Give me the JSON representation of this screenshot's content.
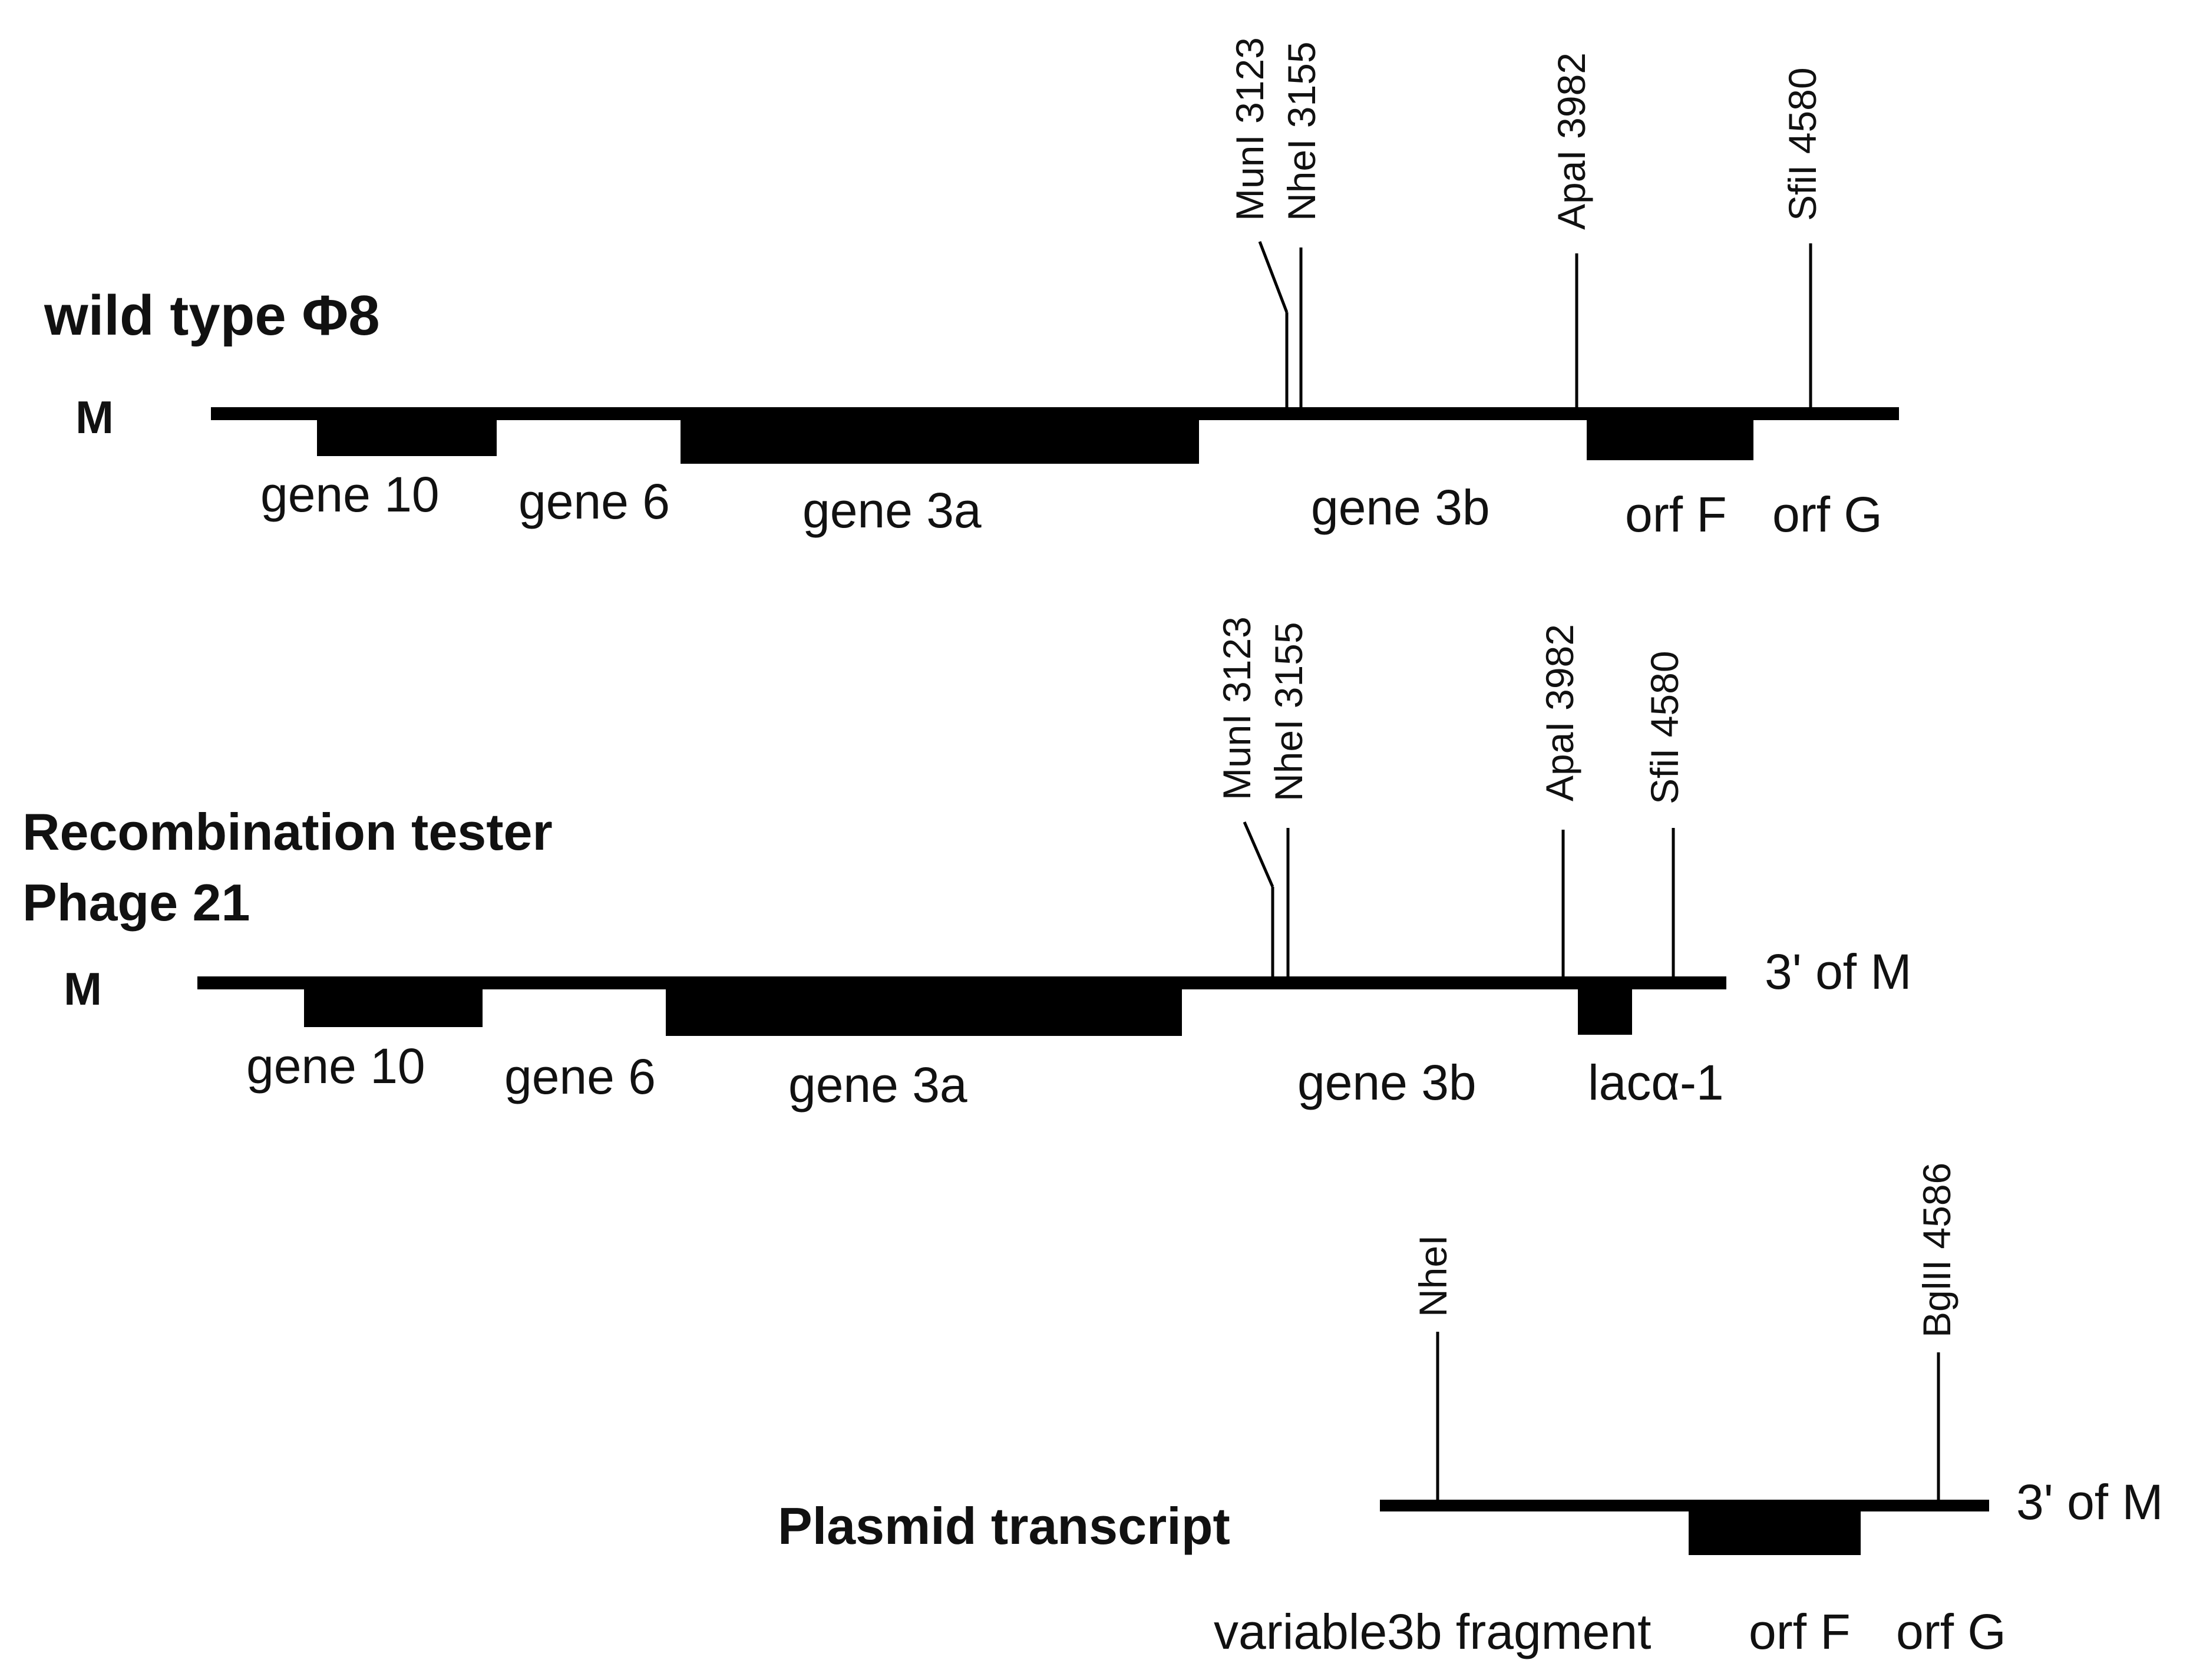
{
  "panels": [
    {
      "id": "wild-type",
      "title_lines": [
        "wild type Φ8"
      ],
      "m_label": "M",
      "end_label": "",
      "sites": [
        {
          "name": "MunI 3123"
        },
        {
          "name": "NheI 3155"
        },
        {
          "name": "ApaI 3982"
        },
        {
          "name": "SfiI 4580"
        }
      ],
      "genes": [
        {
          "label": "gene 10",
          "shaded": true
        },
        {
          "label": "gene 6",
          "shaded": false
        },
        {
          "label": "gene 3a",
          "shaded": true
        },
        {
          "label": "gene 3b",
          "shaded": false
        },
        {
          "label": "orf F",
          "shaded": true
        },
        {
          "label": "orf G",
          "shaded": false
        }
      ]
    },
    {
      "id": "recombination-tester",
      "title_lines": [
        "Recombination tester",
        "Phage 21"
      ],
      "m_label": "M",
      "end_label": "3' of M",
      "sites": [
        {
          "name": "MunI 3123"
        },
        {
          "name": "NheI 3155"
        },
        {
          "name": "ApaI 3982"
        },
        {
          "name": "SfiI 4580"
        }
      ],
      "genes": [
        {
          "label": "gene 10",
          "shaded": true
        },
        {
          "label": "gene 6",
          "shaded": false
        },
        {
          "label": "gene 3a",
          "shaded": true
        },
        {
          "label": "gene 3b",
          "shaded": false
        },
        {
          "label": "lacα-1",
          "shaded": true
        }
      ]
    },
    {
      "id": "plasmid-transcript",
      "title_lines": [
        "Plasmid transcript"
      ],
      "m_label": "",
      "end_label": "3' of M",
      "sites": [
        {
          "name": "NheI"
        },
        {
          "name": "BglII 4586"
        }
      ],
      "genes": [
        {
          "label": "variable3b fragment",
          "shaded": false
        },
        {
          "label": "orf F",
          "shaded": true
        },
        {
          "label": "orf G",
          "shaded": false
        }
      ]
    }
  ]
}
